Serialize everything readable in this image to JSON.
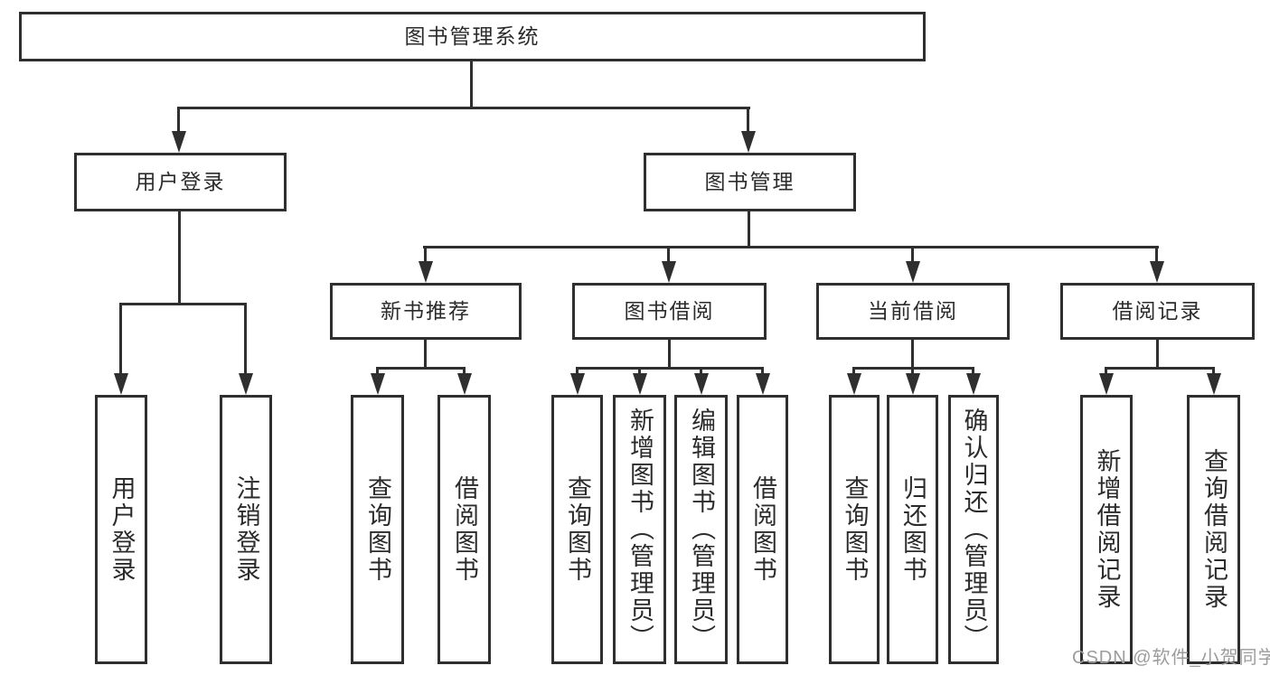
{
  "tree": {
    "root": {
      "label": "图书管理系统",
      "children": [
        {
          "label": "用户登录",
          "children": [
            {
              "label": "用户登录"
            },
            {
              "label": "注销登录"
            }
          ]
        },
        {
          "label": "图书管理",
          "children": [
            {
              "label": "新书推荐",
              "children": [
                {
                  "label": "查询图书"
                },
                {
                  "label": "借阅图书"
                }
              ]
            },
            {
              "label": "图书借阅",
              "children": [
                {
                  "label": "查询图书"
                },
                {
                  "label": "新增图书（管理员）"
                },
                {
                  "label": "编辑图书（管理员）"
                },
                {
                  "label": "借阅图书"
                }
              ]
            },
            {
              "label": "当前借阅",
              "children": [
                {
                  "label": "查询图书"
                },
                {
                  "label": "归还图书"
                },
                {
                  "label": "确认归还（管理员）"
                }
              ]
            },
            {
              "label": "借阅记录",
              "children": [
                {
                  "label": "新增借阅记录"
                },
                {
                  "label": "查询借阅记录"
                }
              ]
            }
          ]
        }
      ]
    }
  },
  "watermark": {
    "text": "CSDN @软件_小贺同学"
  },
  "colors": {
    "line": "#2f2f2f",
    "text": "#2b2b2b",
    "watermark": "#9c9c9c",
    "background": "#ffffff"
  }
}
